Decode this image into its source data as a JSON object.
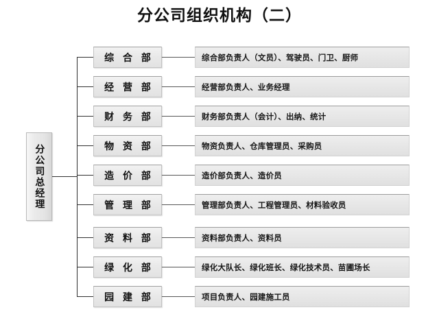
{
  "title": "分公司组织机构（二）",
  "root": {
    "label": "分公司总经理"
  },
  "chart_data": {
    "type": "diagram",
    "title": "分公司组织机构（二）",
    "root": "分公司总经理",
    "branches": [
      {
        "dept": "综 合 部",
        "members": "综合部负责人（文员）、驾驶员、门卫、厨师"
      },
      {
        "dept": "经 营 部",
        "members": "经营部负责人、业务经理"
      },
      {
        "dept": "财 务 部",
        "members": "财务部负责人（会计）、出纳、统计"
      },
      {
        "dept": "物 资 部",
        "members": "物资负责人、仓库管理员、采购员"
      },
      {
        "dept": "造 价 部",
        "members": "造价部负责人、造价员"
      },
      {
        "dept": "管 理 部",
        "members": "管理部负责人、工程管理员、材料验收员"
      },
      {
        "dept": "资 料 部",
        "members": "资料部负责人、资料员"
      },
      {
        "dept": "绿 化 部",
        "members": "绿化大队长、绿化班长、绿化技术员、苗圃场长"
      },
      {
        "dept": "园 建 部",
        "members": "项目负责人、园建施工员"
      }
    ],
    "colors": {
      "box_fill": "#e8e8e8",
      "box_border": "#c2c2c2",
      "line": "#2f2f2f",
      "text": "#111111",
      "background": "#ffffff"
    }
  }
}
